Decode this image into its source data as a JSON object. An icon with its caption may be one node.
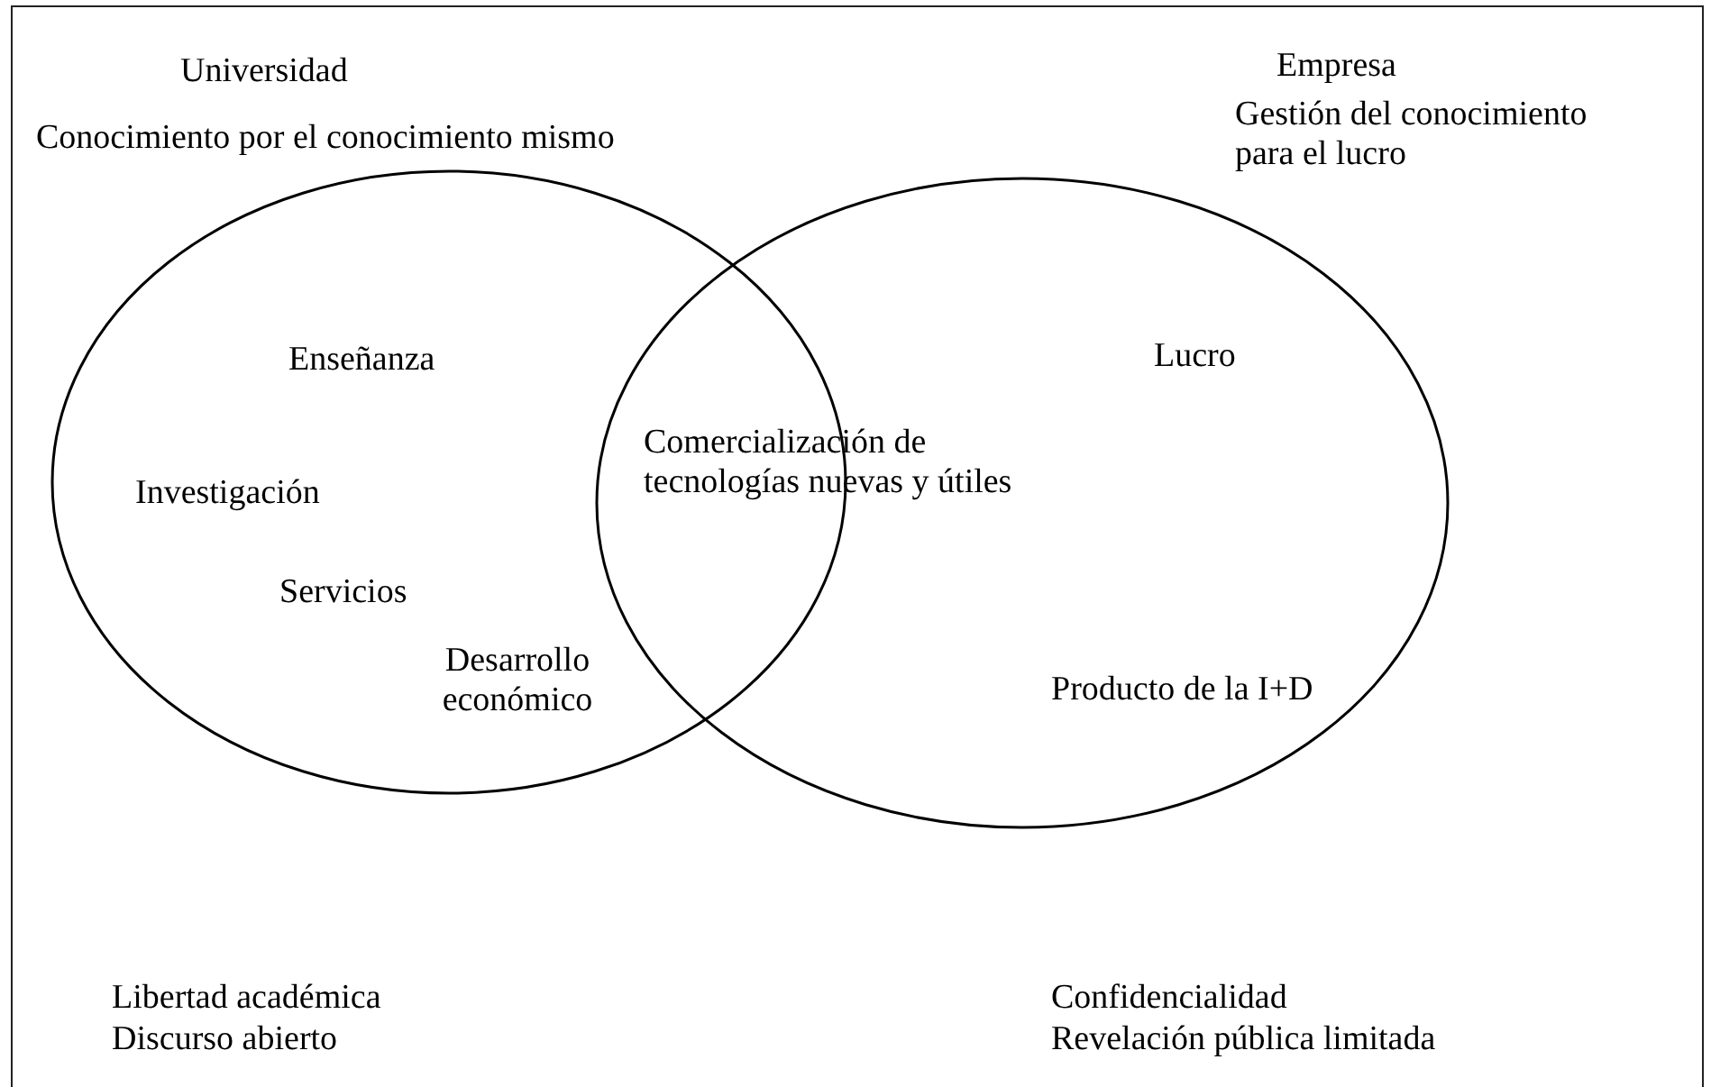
{
  "diagram": {
    "nodes": [
      {
        "text": [
          "Enseñanza",
          "Investigación",
          "Servicios",
          "Desarrollo económico"
        ]
      },
      {
        "text": [
          "Lucro",
          "Producto de la I+D"
        ]
      }
    ],
    "edges": [],
    "labels": [
      "Universidad",
      "Empresa",
      "Conocimiento por el conocimiento mismo",
      "Gestión del conocimiento para el lucro",
      "Comercialización de tecnologías nuevas y útiles",
      "Libertad académica",
      "Confidencialidad",
      "Discurso abierto",
      "Revelación pública limitada"
    ]
  }
}
